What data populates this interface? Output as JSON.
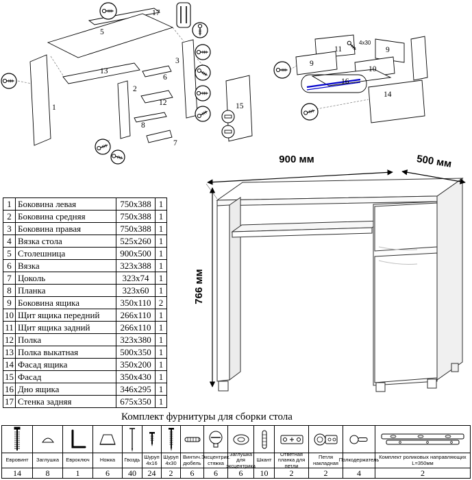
{
  "parts_table": {
    "rows": [
      {
        "num": "1",
        "name": "Боковина левая",
        "size": "750x388",
        "qty": "1"
      },
      {
        "num": "2",
        "name": "Боковина средняя",
        "size": "750x388",
        "qty": "1"
      },
      {
        "num": "3",
        "name": "Боковина правая",
        "size": "750x388",
        "qty": "1"
      },
      {
        "num": "4",
        "name": "Вязка стола",
        "size": "525x260",
        "qty": "1"
      },
      {
        "num": "5",
        "name": "Столешница",
        "size": "900x500",
        "qty": "1"
      },
      {
        "num": "6",
        "name": "Вязка",
        "size": "323x388",
        "qty": "1"
      },
      {
        "num": "7",
        "name": "Цоколь",
        "size": "323x74",
        "qty": "1"
      },
      {
        "num": "8",
        "name": "Планка",
        "size": "323x60",
        "qty": "1"
      },
      {
        "num": "9",
        "name": "Боковина ящика",
        "size": "350x110",
        "qty": "2"
      },
      {
        "num": "10",
        "name": "Щит ящика передний",
        "size": "266x110",
        "qty": "1"
      },
      {
        "num": "11",
        "name": "Щит ящика задний",
        "size": "266x110",
        "qty": "1"
      },
      {
        "num": "12",
        "name": "Полка",
        "size": "323x380",
        "qty": "1"
      },
      {
        "num": "13",
        "name": "Полка выкатная",
        "size": "500x350",
        "qty": "1"
      },
      {
        "num": "14",
        "name": "Фасад ящика",
        "size": "350x200",
        "qty": "1"
      },
      {
        "num": "15",
        "name": "Фасад",
        "size": "350x430",
        "qty": "1"
      },
      {
        "num": "16",
        "name": "Дно ящика",
        "size": "346x295",
        "qty": "1"
      },
      {
        "num": "17",
        "name": "Стенка задняя",
        "size": "675x350",
        "qty": "1"
      }
    ]
  },
  "desk": {
    "width_label": "900 мм",
    "depth_label": "500 мм",
    "height_label": "766 мм"
  },
  "diagram_main": {
    "labels": {
      "l1": "1",
      "l2": "2",
      "l3": "3",
      "l5": "5",
      "l6": "6",
      "l7": "7",
      "l8": "8",
      "l12": "12",
      "l13": "13",
      "l15": "15",
      "l17": "17"
    }
  },
  "diagram_drawer": {
    "labels": {
      "l9a": "9",
      "l9b": "9",
      "l10": "10",
      "l11": "11",
      "l14": "14",
      "l16": "16"
    },
    "screw_note": "4x30"
  },
  "hardware": {
    "title": "Комплект фурнитуры для сборки стола",
    "items": [
      {
        "label": "Евровинт",
        "qty": "14"
      },
      {
        "label": "Заглушка",
        "qty": "8"
      },
      {
        "label": "Евроключ",
        "qty": "1"
      },
      {
        "label": "Ножка",
        "qty": "6"
      },
      {
        "label": "Гвоздь",
        "qty": "40"
      },
      {
        "label": "Шуруп 4x16",
        "qty": "24"
      },
      {
        "label": "Шуруп 4x30",
        "qty": "2"
      },
      {
        "label": "Винтич. дюбель",
        "qty": "6"
      },
      {
        "label": "Эксцентрик. стяжка",
        "qty": "6"
      },
      {
        "label": "Заглушка для эксцентрика",
        "qty": "6"
      },
      {
        "label": "Шкант",
        "qty": "10"
      },
      {
        "label": "Ответная планка для петли",
        "qty": "2"
      },
      {
        "label": "Петля накладная",
        "qty": "2"
      },
      {
        "label": "Полкодержатель",
        "qty": "4"
      },
      {
        "label": "Комплект роликовых направляющих L=350мм",
        "qty": "2"
      }
    ]
  }
}
